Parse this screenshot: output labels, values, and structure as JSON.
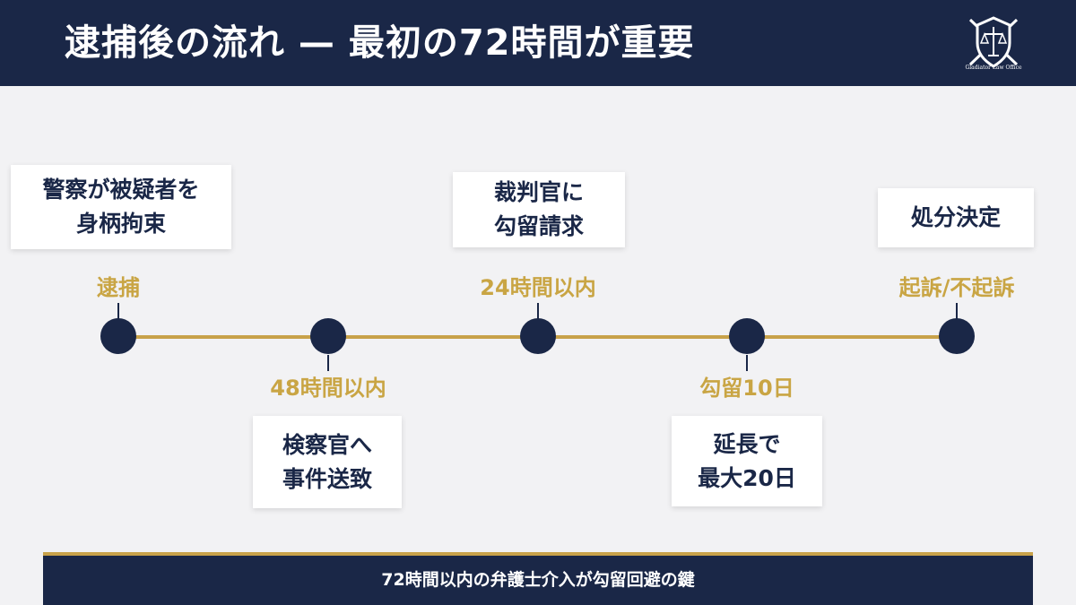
{
  "header": {
    "title": "逮捕後の流れ — 最初の72時間が重要",
    "logo_text": "Gladiator Law Office"
  },
  "timeline": [
    {
      "label": "逮捕",
      "card": [
        "警察が被疑者を",
        "身柄拘束"
      ]
    },
    {
      "label": "48時間以内",
      "card": [
        "検察官へ",
        "事件送致"
      ]
    },
    {
      "label": "24時間以内",
      "card": [
        "裁判官に",
        "勾留請求"
      ]
    },
    {
      "label": "勾留10日",
      "card": [
        "延長で",
        "最大20日"
      ]
    },
    {
      "label": "起訴/不起訴",
      "card": [
        "処分決定"
      ]
    }
  ],
  "footer": {
    "text": "72時間以内の弁護士介入が勾留回避の鍵"
  },
  "colors": {
    "navy": "#1a2747",
    "gold": "#c8a24a",
    "background": "#f2f2f4"
  }
}
